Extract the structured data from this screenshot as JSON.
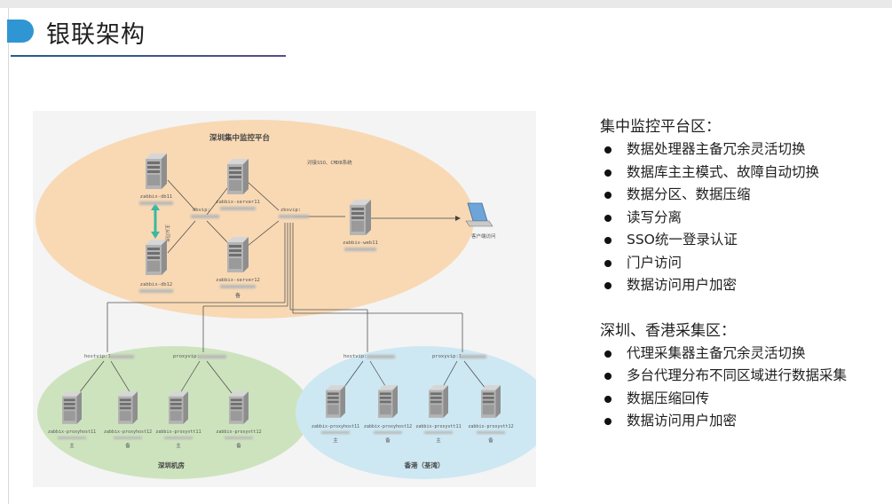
{
  "page": {
    "title": "银联架构",
    "accent_color": "#2f96d3"
  },
  "diagram": {
    "zones": {
      "central": "深圳集中监控平台",
      "shenzhen": "深圳机房",
      "hongkong": "香港（荃湾）"
    },
    "nodes": {
      "db1": "zabbix-db11",
      "db2": "zabbix-db12",
      "server1": "zabbix-server11",
      "server2": "zabbix-server12",
      "web": "zabbix-web11",
      "dbvip": "dbvip:",
      "zbxvip": "zbxvip:",
      "sso_note": "对接SSO、CMDB系统",
      "client": "客户端访问",
      "sz_hostvip": "hostvip:1",
      "sz_proxyvip": "proxyvip:",
      "sz_p1": "zabbix-proxyhost11",
      "sz_p2": "zabbix-proxyhost12",
      "sz_p3": "zabbix-proxyvtt11",
      "sz_p4": "zabbix-proxyvtt12",
      "hk_hostvip": "hostvip:",
      "hk_proxyvip": "proxyvip:1",
      "hk_p1": "zabbix-proxyhost11",
      "hk_p2": "zabbix-proxyhost12",
      "hk_p3": "zabbix-proxyvtt11",
      "hk_p4": "zabbix-proxyvtt12",
      "master": "主",
      "backup": "备",
      "sync": "主从同步"
    }
  },
  "sections": [
    {
      "heading": "集中监控平台区：",
      "items": [
        "数据处理器主备冗余灵活切换",
        "数据库主主模式、故障自动切换",
        "数据分区、数据压缩",
        "读写分离",
        "SSO统一登录认证",
        "门户访问",
        "数据访问用户加密"
      ]
    },
    {
      "heading": "深圳、香港采集区：",
      "items": [
        "代理采集器主备冗余灵活切换",
        "多台代理分布不同区域进行数据采集",
        "数据压缩回传",
        "数据访问用户加密"
      ]
    }
  ]
}
